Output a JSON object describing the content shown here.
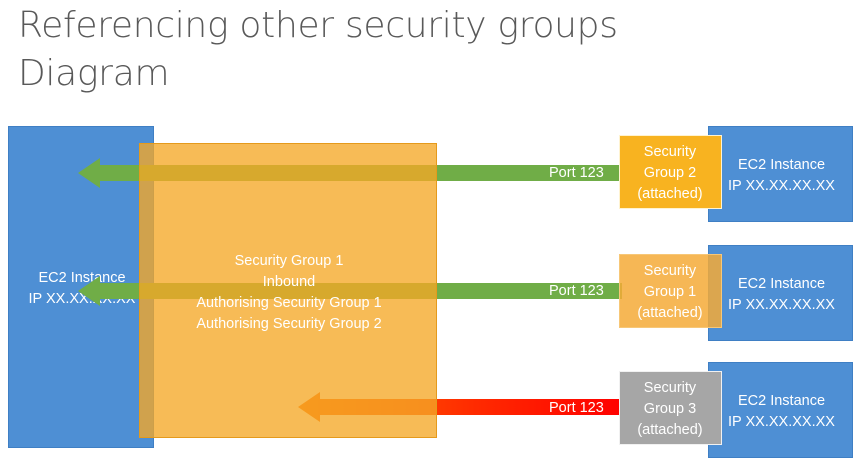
{
  "title": {
    "line1": "Referencing other security groups",
    "line2": "Diagram"
  },
  "left_instance": {
    "line1": "EC2 Instance",
    "line2": "IP XX.XX.XX.XX"
  },
  "security_group_1": {
    "lines": [
      "Security Group 1",
      "Inbound",
      "Authorising Security Group 1",
      "Authorising Security Group 2"
    ]
  },
  "rows": [
    {
      "port_label": "Port 123",
      "arrow_color": "#70ad47",
      "sg_lines": [
        "Security",
        "Group 2",
        "(attached)"
      ],
      "sg_color": "#f8b320",
      "instance_line1": "EC2 Instance",
      "instance_line2": "IP XX.XX.XX.XX"
    },
    {
      "port_label": "Port 123",
      "arrow_color": "#70ad47",
      "sg_lines": [
        "Security",
        "Group 1",
        "(attached)"
      ],
      "sg_color": "#f5aa37",
      "instance_line1": "EC2 Instance",
      "instance_line2": "IP XX.XX.XX.XX"
    },
    {
      "port_label": "Port 123",
      "arrow_color": "#ff0000",
      "sg_lines": [
        "Security",
        "Group 3",
        "(attached)"
      ],
      "sg_color": "#a6a6a6",
      "instance_line1": "EC2 Instance",
      "instance_line2": "IP XX.XX.XX.XX"
    }
  ],
  "colors": {
    "instance_blue": "#4e8fd4",
    "group_orange": "#f5a826",
    "allowed_green": "#70ad47",
    "blocked_red": "#ff0000",
    "blocked_orange_tail": "#ff6a00"
  }
}
